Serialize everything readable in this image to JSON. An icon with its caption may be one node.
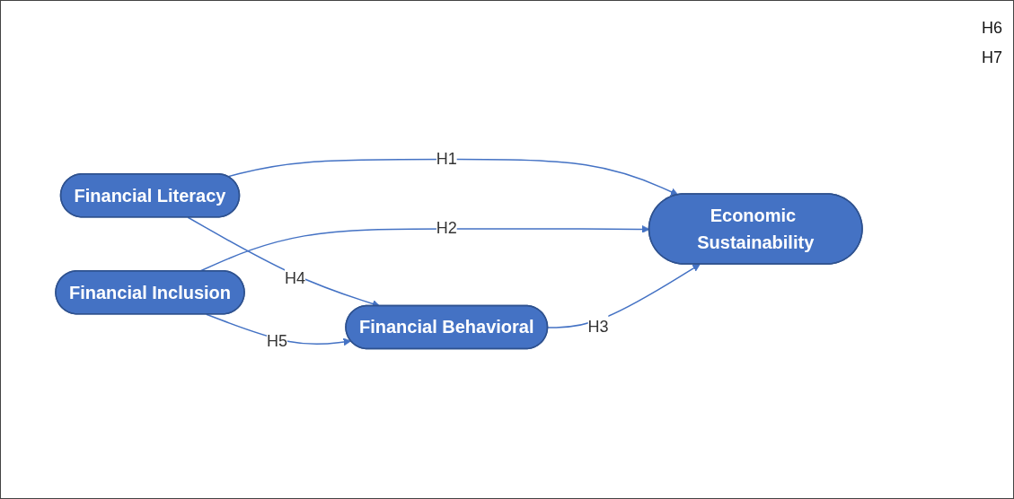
{
  "diagram": {
    "nodes": [
      {
        "text": [
          "Financial Literacy"
        ]
      },
      {
        "text": [
          "Financial Behavioral"
        ]
      },
      {
        "text": [
          "Financial Inclusion"
        ]
      },
      {
        "text": [
          "Economic Sustainability"
        ]
      }
    ],
    "edges": [
      {
        "from": 0,
        "to": 3,
        "arrow": "to",
        "label": "H1"
      },
      {
        "from": 2,
        "to": 3,
        "arrow": "to",
        "label": "H2"
      },
      {
        "from": 1,
        "to": 3,
        "arrow": "to",
        "label": "H3"
      },
      {
        "from": 0,
        "to": 1,
        "arrow": "to",
        "label": "H4"
      },
      {
        "from": 2,
        "to": 1,
        "arrow": "to",
        "label": "H5"
      }
    ],
    "labels": [
      "H6",
      "H7"
    ]
  }
}
